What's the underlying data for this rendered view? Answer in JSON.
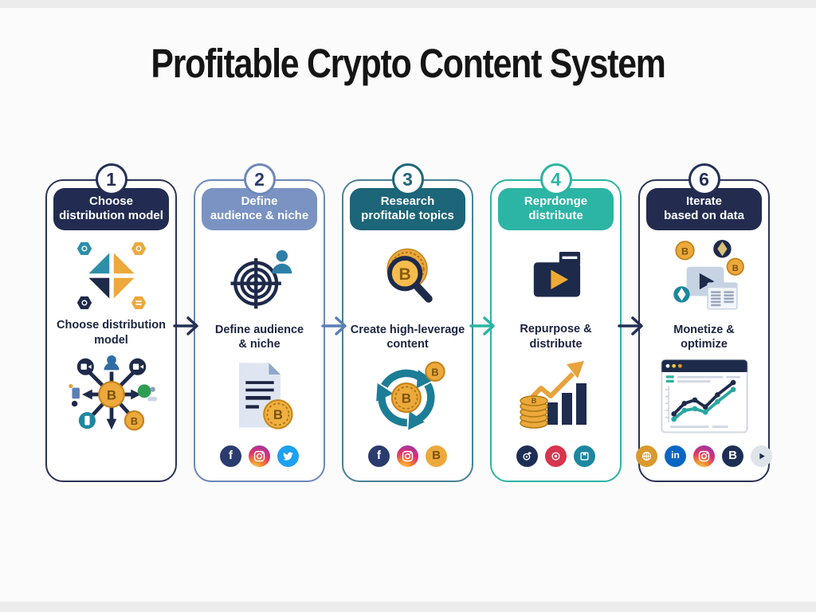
{
  "title": "Profitable Crypto Content System",
  "glyphs": {
    "bitcoin": "B",
    "facebook": "f",
    "linkedin": "in",
    "letter_b": "B"
  },
  "steps": [
    {
      "number": "1",
      "header_line1": "Choose",
      "header_line2": "distribution model",
      "label_line1": "Choose distribution",
      "label_line2": "model",
      "accent_color": "#232f55",
      "header_bg": "#222c52",
      "top_icon": "distribution-pinwheel-icon",
      "bottom_icon": "bitcoin-network-icon",
      "social_icons": []
    },
    {
      "number": "2",
      "header_line1": "Define",
      "header_line2": "audience & niche",
      "label_line1": "Define audience",
      "label_line2": "& niche",
      "accent_color": "#6e88ba",
      "header_bg": "#7b93c2",
      "top_icon": "audience-target-icon",
      "bottom_icon": "document-bitcoin-icon",
      "social_icons": [
        "facebook-icon",
        "instagram-icon",
        "twitter-icon"
      ]
    },
    {
      "number": "3",
      "header_line1": "Research",
      "header_line2": "profitable topics",
      "label_line1": "Create high-leverage",
      "label_line2": "content",
      "accent_color": "#1d6578",
      "header_bg": "#1d6578",
      "top_icon": "bitcoin-magnifier-icon",
      "bottom_icon": "bitcoin-recycle-icon",
      "social_icons": [
        "facebook-icon",
        "instagram-icon",
        "bitcoin-coin-icon"
      ]
    },
    {
      "number": "4",
      "header_line1": "Reprdonge",
      "header_line2": "distribute",
      "label_line1": "Repurpose &",
      "label_line2": "distribute",
      "accent_color": "#2cb4a4",
      "header_bg": "#2cb4a4",
      "top_icon": "video-folder-icon",
      "bottom_icon": "coins-growth-chart-icon",
      "social_icons": [
        "camera-circle-icon",
        "target-circle-icon",
        "save-circle-icon"
      ]
    },
    {
      "number": "6",
      "header_line1": "Iterate",
      "header_line2": "based on data",
      "label_line1": "Monetize &",
      "label_line2": "optimize",
      "accent_color": "#232f55",
      "header_bg": "#232c4f",
      "top_icon": "crypto-media-cluster-icon",
      "bottom_icon": "analytics-dashboard-icon",
      "social_icons": [
        "bitcoin-globe-icon",
        "linkedin-icon",
        "instagram-icon",
        "letter-b-circle-icon",
        "play-circle-icon"
      ]
    }
  ],
  "arrows": [
    {
      "direction": "right",
      "color": "#232f55"
    },
    {
      "direction": "right",
      "color": "#5b7fb5"
    },
    {
      "direction": "right",
      "color": "#2cb4a4"
    },
    {
      "direction": "right",
      "color": "#232f55"
    }
  ],
  "colors": {
    "navy": "#232f55",
    "blue": "#7b93c2",
    "teal_dark": "#1d6578",
    "teal": "#2cb4a4",
    "gold": "#eca93c",
    "title_text": "#151515",
    "background": "#fbfbfb",
    "card_background": "#ffffff"
  }
}
